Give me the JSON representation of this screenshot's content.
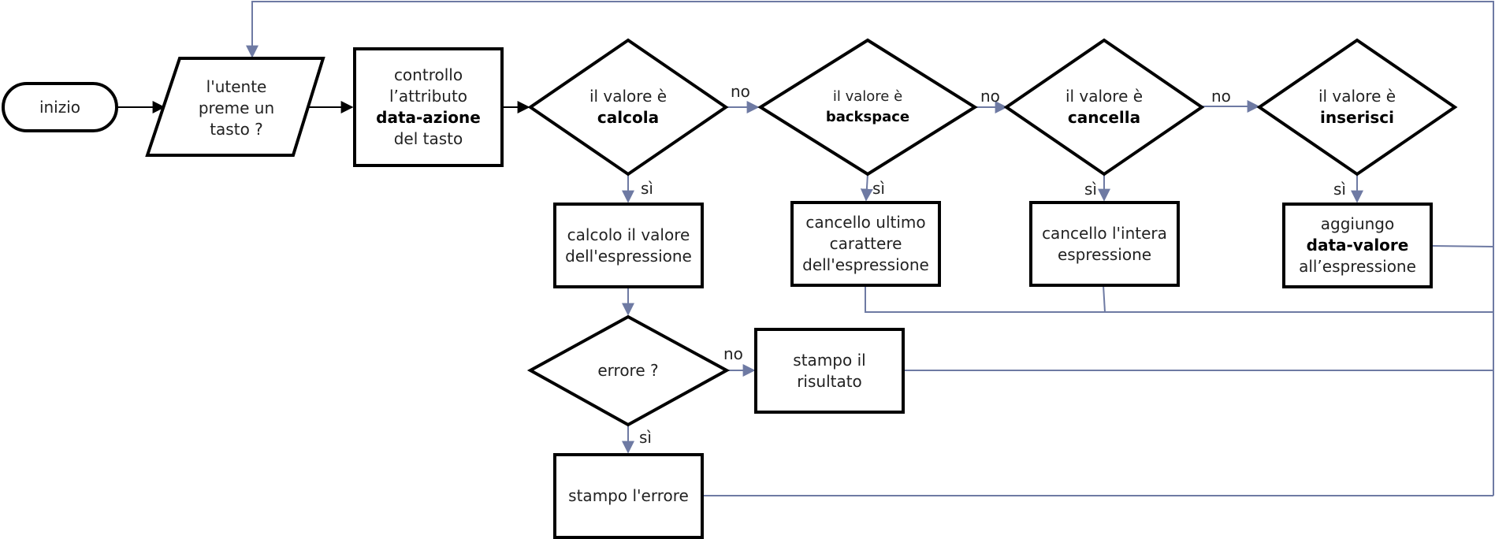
{
  "colors": {
    "node_stroke": "#000000",
    "connector": "#6e7aa3",
    "main_flow": "#000000"
  },
  "nodes": {
    "start": "inizio",
    "input": [
      "l'utente",
      "preme un",
      "tasto ?"
    ],
    "check": {
      "line1": "controllo",
      "line2": "l’attributo",
      "line3": "data-azione",
      "line4": "del tasto"
    },
    "dec_calcola": {
      "prefix": "il valore è",
      "value": "calcola"
    },
    "dec_backspace": {
      "prefix": "il valore è",
      "value": "backspace"
    },
    "dec_cancella": {
      "prefix": "il valore è",
      "value": "cancella"
    },
    "dec_inserisci": {
      "prefix": "il valore è",
      "value": "inserisci"
    },
    "proc_calcolo": [
      "calcolo il valore",
      "dell'espressione"
    ],
    "proc_backspace": [
      "cancello ultimo",
      "carattere",
      "dell'espressione"
    ],
    "proc_cancella": [
      "cancello l'intera",
      "espressione"
    ],
    "proc_inserisci": {
      "line1": "aggiungo",
      "line2": "data-valore",
      "line3": "all’espressione"
    },
    "dec_errore": "errore ?",
    "proc_risultato": [
      "stampo il",
      "risultato"
    ],
    "proc_errore": "stampo l'errore"
  },
  "edge_labels": {
    "no": "no",
    "si": "sì"
  }
}
